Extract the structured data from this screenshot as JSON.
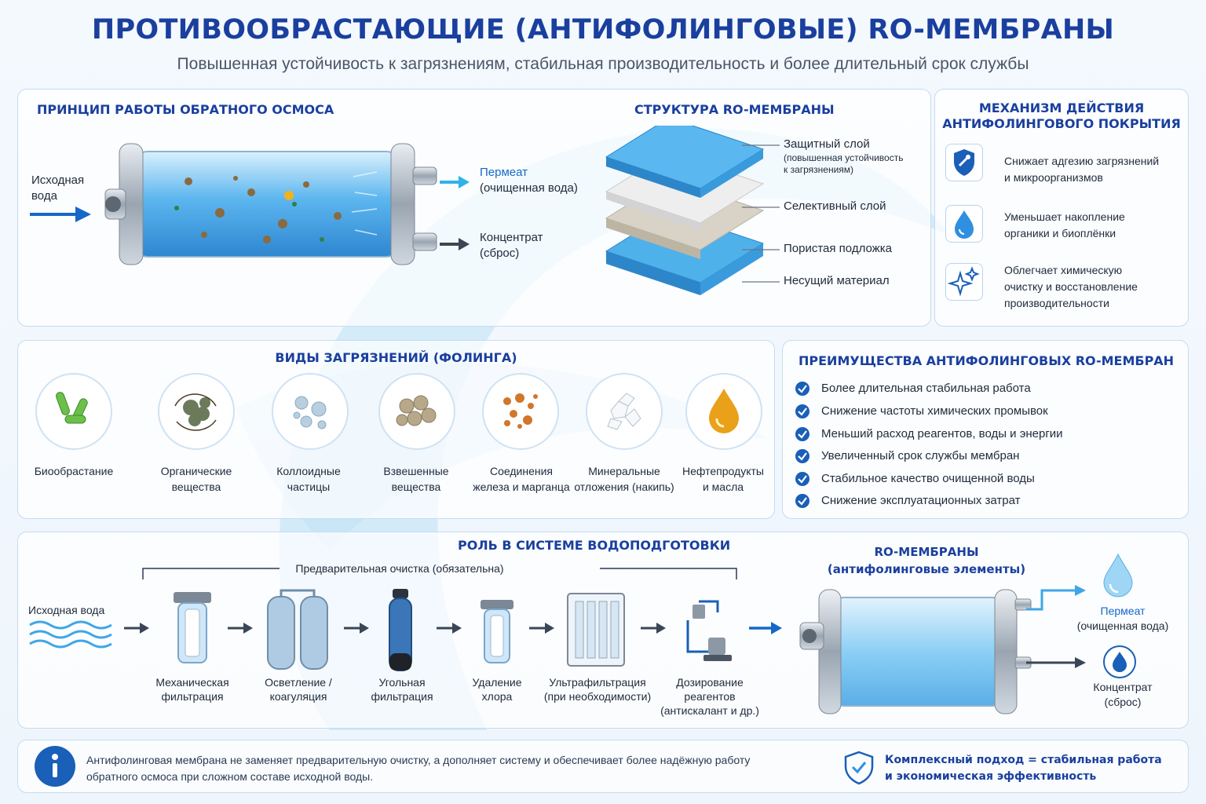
{
  "header": {
    "title": "ПРОТИВООБРАСТАЮЩИЕ (АНТИФОЛИНГОВЫЕ) RO-МЕМБРАНЫ",
    "subtitle": "Повышенная устойчивость к загрязнениям, стабильная производительность и более длительный срок службы"
  },
  "principle": {
    "heading": "ПРИНЦИП РАБОТЫ ОБРАТНОГО ОСМОСА",
    "feed_line1": "Исходная",
    "feed_line2": "вода",
    "permeate_line1": "Пермеат",
    "permeate_line2": "(очищенная вода)",
    "concentrate_line1": "Концентрат",
    "concentrate_line2": "(сброс)"
  },
  "structure": {
    "heading": "СТРУКТУРА RO-МЕМБРАНЫ",
    "layers": [
      {
        "name": "Защитный слой",
        "note_line1": "(повышенная устойчивость",
        "note_line2": "к загрязнениям)"
      },
      {
        "name": "Селективный слой"
      },
      {
        "name": "Пористая подложка"
      },
      {
        "name": "Несущий материал"
      }
    ]
  },
  "mechanism": {
    "heading_line1": "МЕХАНИЗМ ДЕЙСТВИЯ",
    "heading_line2": "АНТИФОЛИНГОВОГО ПОКРЫТИЯ",
    "items": [
      {
        "icon": "shield-icon",
        "line1": "Снижает адгезию загрязнений",
        "line2": "и микроорганизмов",
        "line3": ""
      },
      {
        "icon": "water-drop-icon",
        "line1": "Уменьшает накопление",
        "line2": "органики и биоплёнки",
        "line3": ""
      },
      {
        "icon": "sparkle-icon",
        "line1": "Облегчает химическую",
        "line2": "очистку и восстановление",
        "line3": "производительности"
      }
    ]
  },
  "fouling": {
    "heading": "ВИДЫ ЗАГРЯЗНЕНИЙ (ФОЛИНГА)",
    "types": [
      {
        "icon": "bacteria-icon",
        "line1": "Биообрастание",
        "line2": ""
      },
      {
        "icon": "organic-matter-icon",
        "line1": "Органические",
        "line2": "вещества"
      },
      {
        "icon": "colloid-particles-icon",
        "line1": "Коллоидные",
        "line2": "частицы"
      },
      {
        "icon": "suspended-solids-icon",
        "line1": "Взвешенные",
        "line2": "вещества"
      },
      {
        "icon": "iron-manganese-icon",
        "line1": "Соединения",
        "line2": "железа и марганца"
      },
      {
        "icon": "mineral-scale-icon",
        "line1": "Минеральные",
        "line2": "отложения (накипь)"
      },
      {
        "icon": "oil-drop-icon",
        "line1": "Нефтепродукты",
        "line2": "и масла"
      }
    ]
  },
  "advantages": {
    "heading": "ПРЕИМУЩЕСТВА АНТИФОЛИНГОВЫХ RO-МЕМБРАН",
    "items": [
      "Более длительная стабильная работа",
      "Снижение частоты химических промывок",
      "Меньший расход реагентов, воды и энергии",
      "Увеличенный срок службы мембран",
      "Стабильное качество очищенной воды",
      "Снижение эксплуатационных затрат"
    ]
  },
  "system": {
    "heading": "РОЛЬ В СИСТЕМЕ ВОДОПОДГОТОВКИ",
    "pretreatment_label": "Предварительная очистка (обязательна)",
    "feed_label": "Исходная вода",
    "steps": [
      {
        "icon": "cartridge-filter-icon",
        "line1": "Механическая",
        "line2": "фильтрация",
        "line3": ""
      },
      {
        "icon": "pressure-vessels-icon",
        "line1": "Осветление /",
        "line2": "коагуляция",
        "line3": ""
      },
      {
        "icon": "carbon-filter-icon",
        "line1": "Угольная",
        "line2": "фильтрация",
        "line3": ""
      },
      {
        "icon": "chlorine-filter-icon",
        "line1": "Удаление",
        "line2": "хлора",
        "line3": ""
      },
      {
        "icon": "ultrafiltration-icon",
        "line1": "Ультрафильтрация",
        "line2": "(при необходимости)",
        "line3": ""
      },
      {
        "icon": "dosing-pump-icon",
        "line1": "Дозирование",
        "line2": "реагентов",
        "line3": "(антискалант и др.)"
      }
    ],
    "ro_label_line1": "RO-МЕМБРАНЫ",
    "ro_label_line2": "(антифолинговые элементы)",
    "permeate_line1": "Пермеат",
    "permeate_line2": "(очищенная вода)",
    "concentrate_line1": "Концентрат",
    "concentrate_line2": "(сброс)"
  },
  "footer": {
    "info_line1": "Антифолинговая мембрана не заменяет предварительную очистку, а дополняет систему и обеспечивает более надёжную работу",
    "info_line2": "обратного осмоса при сложном составе исходной воды.",
    "summary_line1": "Комплексный подход = стабильная работа",
    "summary_line2": "и экономическая эффективность"
  },
  "colors": {
    "heading": "#1a3f9e",
    "accent": "#1667c7",
    "panel_border": "#c6dcef"
  }
}
